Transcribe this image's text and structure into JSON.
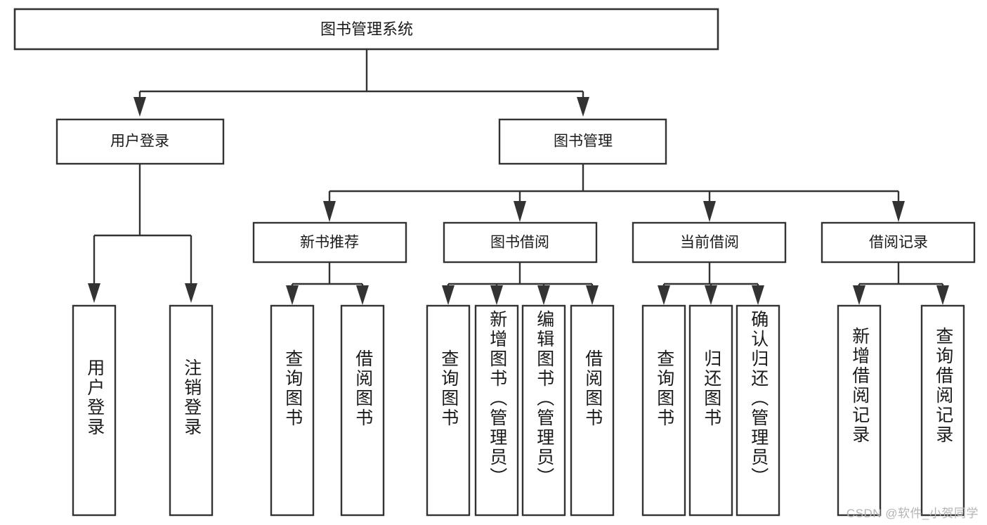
{
  "diagram": {
    "type": "tree-hierarchy",
    "title": "图书管理系统",
    "watermark": "CSDN @软件_小贺同学",
    "colors": {
      "background": "#ffffff",
      "stroke": "#333333",
      "text": "#1a1a1a",
      "watermark": "#b4b4b4"
    },
    "levels": {
      "root": {
        "label": "图书管理系统"
      },
      "level2": [
        {
          "label": "用户登录"
        },
        {
          "label": "图书管理"
        }
      ],
      "level3": [
        {
          "label": "新书推荐"
        },
        {
          "label": "图书借阅"
        },
        {
          "label": "当前借阅"
        },
        {
          "label": "借阅记录"
        }
      ],
      "leaves": {
        "user_login": [
          {
            "label": "用户登录"
          },
          {
            "label": "注销登录"
          }
        ],
        "new_book_recommend": [
          {
            "label": "查询图书"
          },
          {
            "label": "借阅图书"
          }
        ],
        "book_borrow": [
          {
            "label": "查询图书"
          },
          {
            "label": "新增图书（管理员）"
          },
          {
            "label": "编辑图书（管理员）"
          },
          {
            "label": "借阅图书"
          }
        ],
        "current_borrow": [
          {
            "label": "查询图书"
          },
          {
            "label": "归还图书"
          },
          {
            "label": "确认归还（管理员）"
          }
        ],
        "borrow_records": [
          {
            "label": "新增借阅记录"
          },
          {
            "label": "查询借阅记录"
          }
        ]
      }
    }
  }
}
